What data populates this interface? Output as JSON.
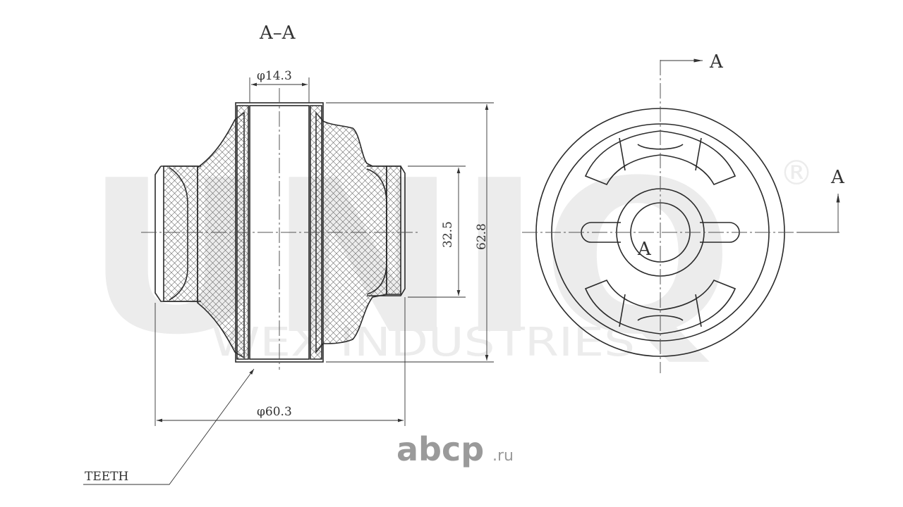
{
  "section_title": "A–A",
  "dimensions": {
    "bore_diameter": "φ14.3",
    "outer_diameter": "φ60.3",
    "flange_height": "32.5",
    "total_height": "62.8"
  },
  "callout": "TEETH",
  "section_markers": [
    "A",
    "A",
    "A"
  ],
  "watermark": {
    "brand": "UNIQ",
    "registered": "®",
    "tagline": "WEX INDUSTRIES"
  },
  "site_logo": {
    "name": "abcp",
    "tld": ".ru"
  }
}
